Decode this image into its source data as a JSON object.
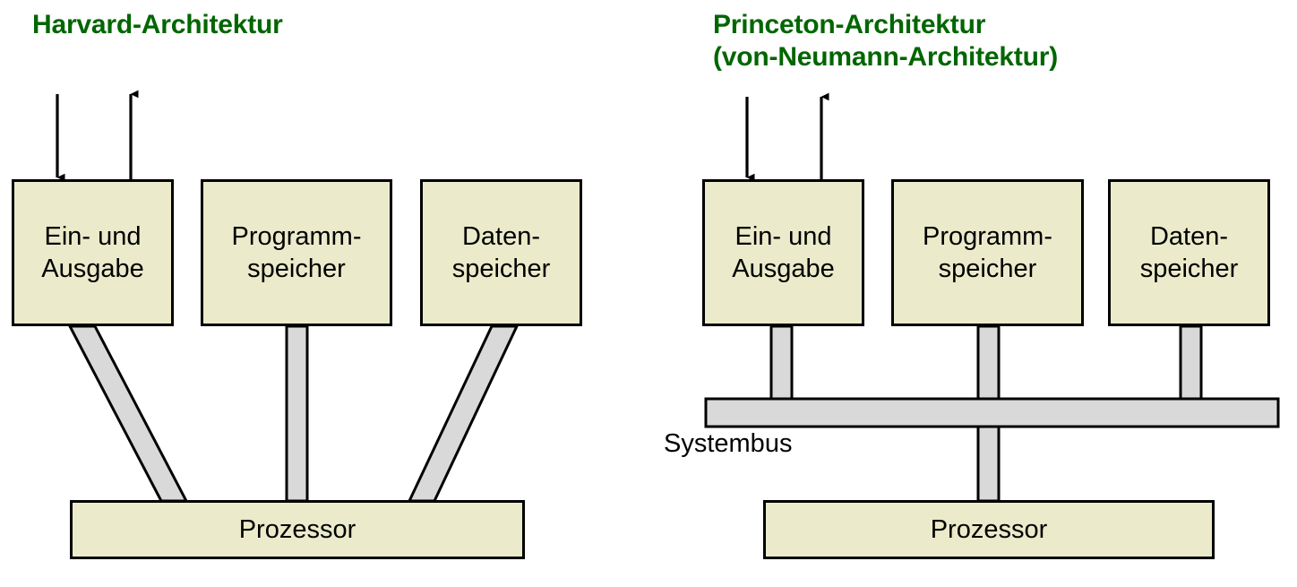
{
  "diagram": {
    "title_left": "Harvard-Architektur",
    "title_right_line1": "Princeton-Architektur",
    "title_right_line2": "(von-Neumann-Architektur)",
    "colors": {
      "title_green": "#006600",
      "box_fill": "#ebebcb",
      "box_stroke": "#000000",
      "bus_fill": "#d9d9d9",
      "bus_stroke": "#000000",
      "background": "#ffffff"
    },
    "harvard": {
      "boxes": [
        {
          "id": "io",
          "label": "Ein- und\nAusgabe"
        },
        {
          "id": "progmem",
          "label": "Programm-\nspeicher"
        },
        {
          "id": "datamem",
          "label": "Daten-\nspeicher"
        },
        {
          "id": "cpu",
          "label": "Prozessor"
        }
      ],
      "arrows": [
        {
          "id": "input-arrow",
          "direction": "down",
          "target": "io"
        },
        {
          "id": "output-arrow",
          "direction": "up",
          "source": "io"
        }
      ],
      "connections": [
        {
          "from": "io",
          "to": "cpu",
          "style": "bus-bar"
        },
        {
          "from": "progmem",
          "to": "cpu",
          "style": "bus-bar"
        },
        {
          "from": "datamem",
          "to": "cpu",
          "style": "bus-bar"
        }
      ]
    },
    "princeton": {
      "boxes": [
        {
          "id": "io",
          "label": "Ein- und\nAusgabe"
        },
        {
          "id": "progmem",
          "label": "Programm-\nspeicher"
        },
        {
          "id": "datamem",
          "label": "Daten-\nspeicher"
        },
        {
          "id": "cpu",
          "label": "Prozessor"
        }
      ],
      "arrows": [
        {
          "id": "input-arrow",
          "direction": "down",
          "target": "io"
        },
        {
          "id": "output-arrow",
          "direction": "up",
          "source": "io"
        }
      ],
      "system_bus_label": "Systembus",
      "connections": [
        {
          "from": "io",
          "to": "system-bus",
          "style": "bus-bar"
        },
        {
          "from": "progmem",
          "to": "system-bus",
          "style": "bus-bar"
        },
        {
          "from": "datamem",
          "to": "system-bus",
          "style": "bus-bar"
        },
        {
          "from": "system-bus",
          "to": "cpu",
          "style": "bus-bar"
        }
      ]
    }
  }
}
